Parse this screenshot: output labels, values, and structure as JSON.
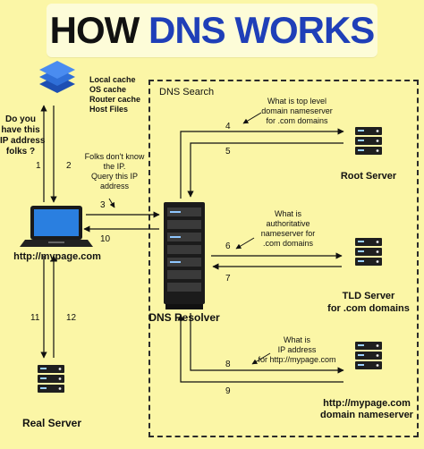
{
  "title": {
    "part1": "HOW",
    "part2": "DNS WORKS"
  },
  "section_label": "DNS Search",
  "cache_list": [
    "Local cache",
    "OS cache",
    "Router cache",
    "Host Files"
  ],
  "question": [
    "Do you",
    "have this",
    "IP address",
    "folks ?"
  ],
  "query_note": [
    "Folks don't know",
    "the IP.",
    "Query this IP",
    "address"
  ],
  "client_label": "http://mypage.com",
  "resolver_label": "DNS Resolver",
  "real_server_label": "Real Server",
  "root_question": [
    "What is top level",
    "domain nameserver",
    "for .com domains"
  ],
  "root_label": "Root Server",
  "tld_question": [
    "What is",
    "authoritative",
    "nameserver for",
    ".com domains"
  ],
  "tld_label": [
    "TLD Server",
    "for .com domains"
  ],
  "auth_question": [
    "What is",
    "IP address",
    "for http://mypage.com"
  ],
  "auth_label": [
    "http://mypage.com",
    "domain nameserver"
  ],
  "steps": [
    "1",
    "2",
    "3",
    "4",
    "5",
    "6",
    "7",
    "8",
    "9",
    "10",
    "11",
    "12"
  ],
  "colors": {
    "accent": "#1f3fb8",
    "background": "#fbf6a6",
    "stack_blue": "#2b6fd6"
  }
}
